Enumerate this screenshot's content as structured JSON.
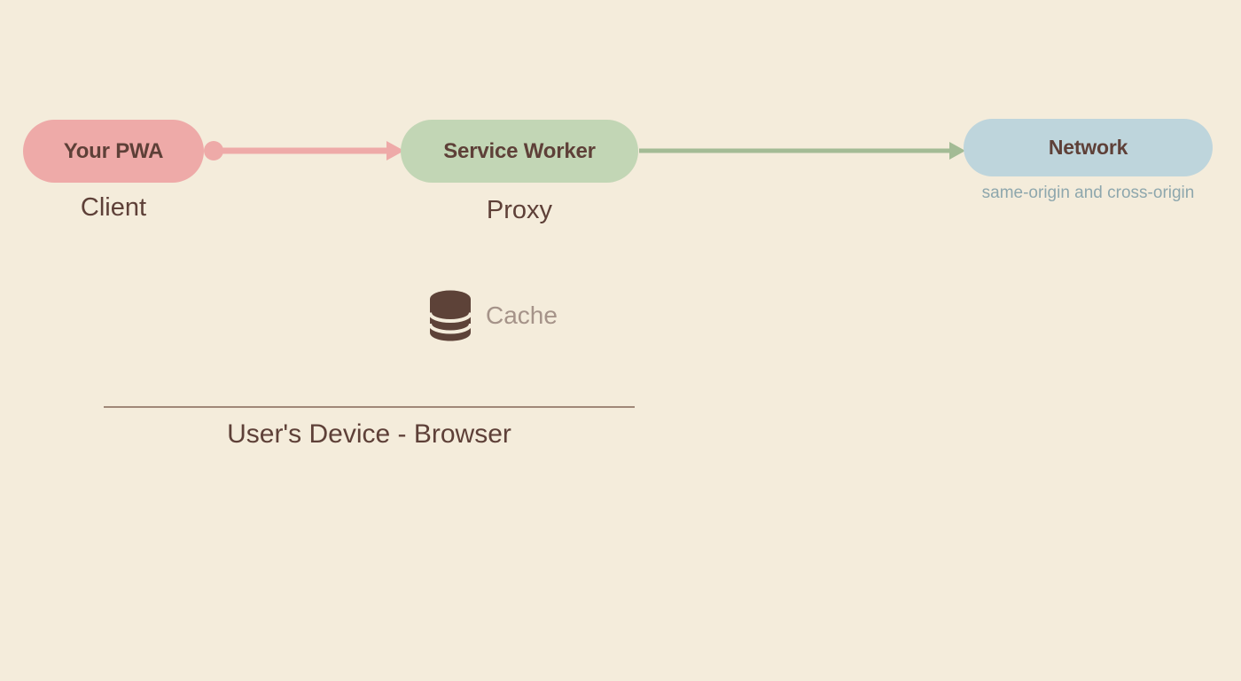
{
  "diagram": {
    "background_color": "#f4ecdb",
    "nodes": [
      {
        "id": "pwa",
        "label": "Your PWA",
        "caption": "Client",
        "color": "#eeaaa8",
        "text_color": "#5e4038"
      },
      {
        "id": "service-worker",
        "label": "Service Worker",
        "caption": "Proxy",
        "color": "#c2d6b5",
        "text_color": "#5e4038"
      },
      {
        "id": "network",
        "label": "Network",
        "caption": "same-origin and cross-origin",
        "color": "#bed5dc",
        "text_color": "#5e4038",
        "caption_color": "#8ea7ad"
      }
    ],
    "connectors": [
      {
        "id": "pwa-to-service-worker",
        "from": "pwa",
        "to": "service-worker",
        "color": "#eeaaa8",
        "start_marker": "dot",
        "end_marker": "arrowhead"
      },
      {
        "id": "service-worker-to-network",
        "from": "service-worker",
        "to": "network",
        "color": "#a3bb95",
        "start_marker": "none",
        "end_marker": "arrowhead"
      }
    ],
    "storage": {
      "icon": "database-cylinder-icon",
      "label": "Cache",
      "icon_color": "#5d4238",
      "label_color": "#a59389"
    },
    "boundary": {
      "label": "User's Device - Browser",
      "line_color": "#a08878",
      "text_color": "#5e4038"
    }
  }
}
